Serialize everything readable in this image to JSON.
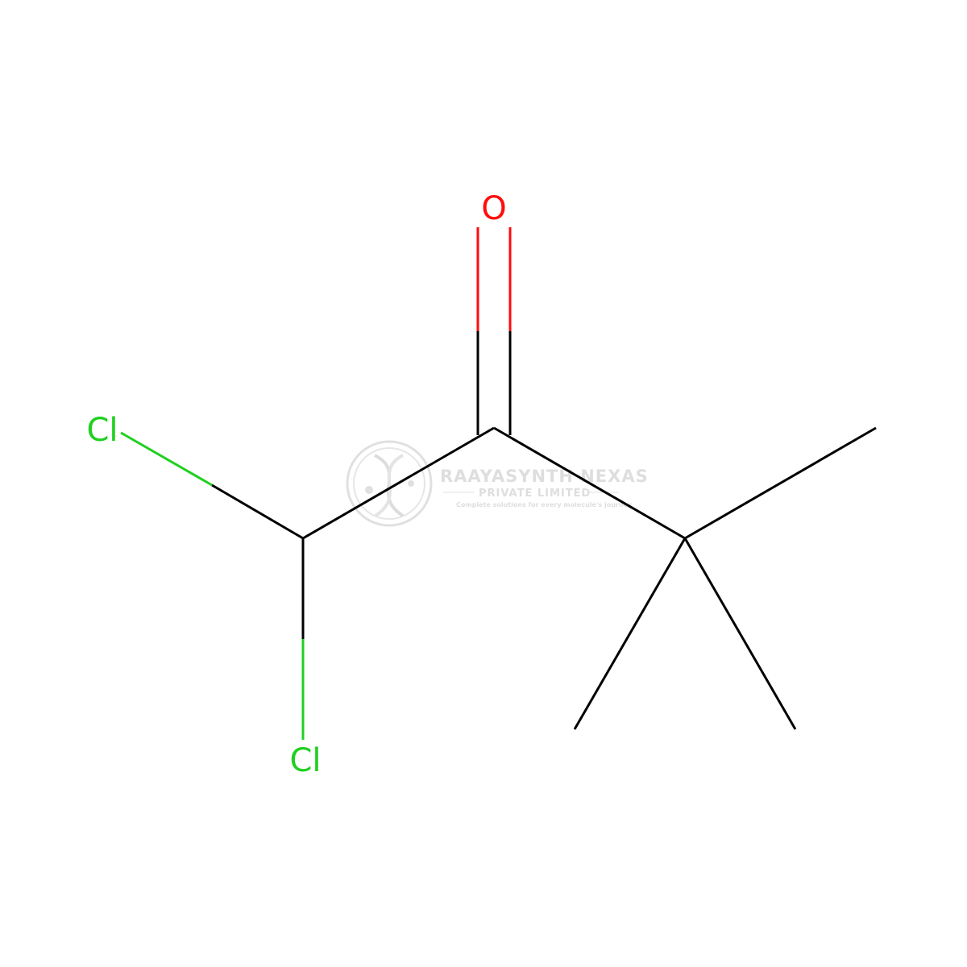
{
  "molecule": {
    "atoms": {
      "oxygen": "O",
      "chlorine_1": "Cl",
      "chlorine_2": "Cl"
    },
    "colors": {
      "bond": "#000000",
      "oxygen": "#ff0d0d",
      "chlorine": "#1fd01f"
    }
  },
  "watermark": {
    "title": "RAAYASYNTH NEXAS",
    "subtitle": "PRIVATE LIMITED",
    "tagline": "Complete solutions for every molecule's journey",
    "color": "#c8c8c8",
    "logo_icon": "dna-helix-icon"
  }
}
